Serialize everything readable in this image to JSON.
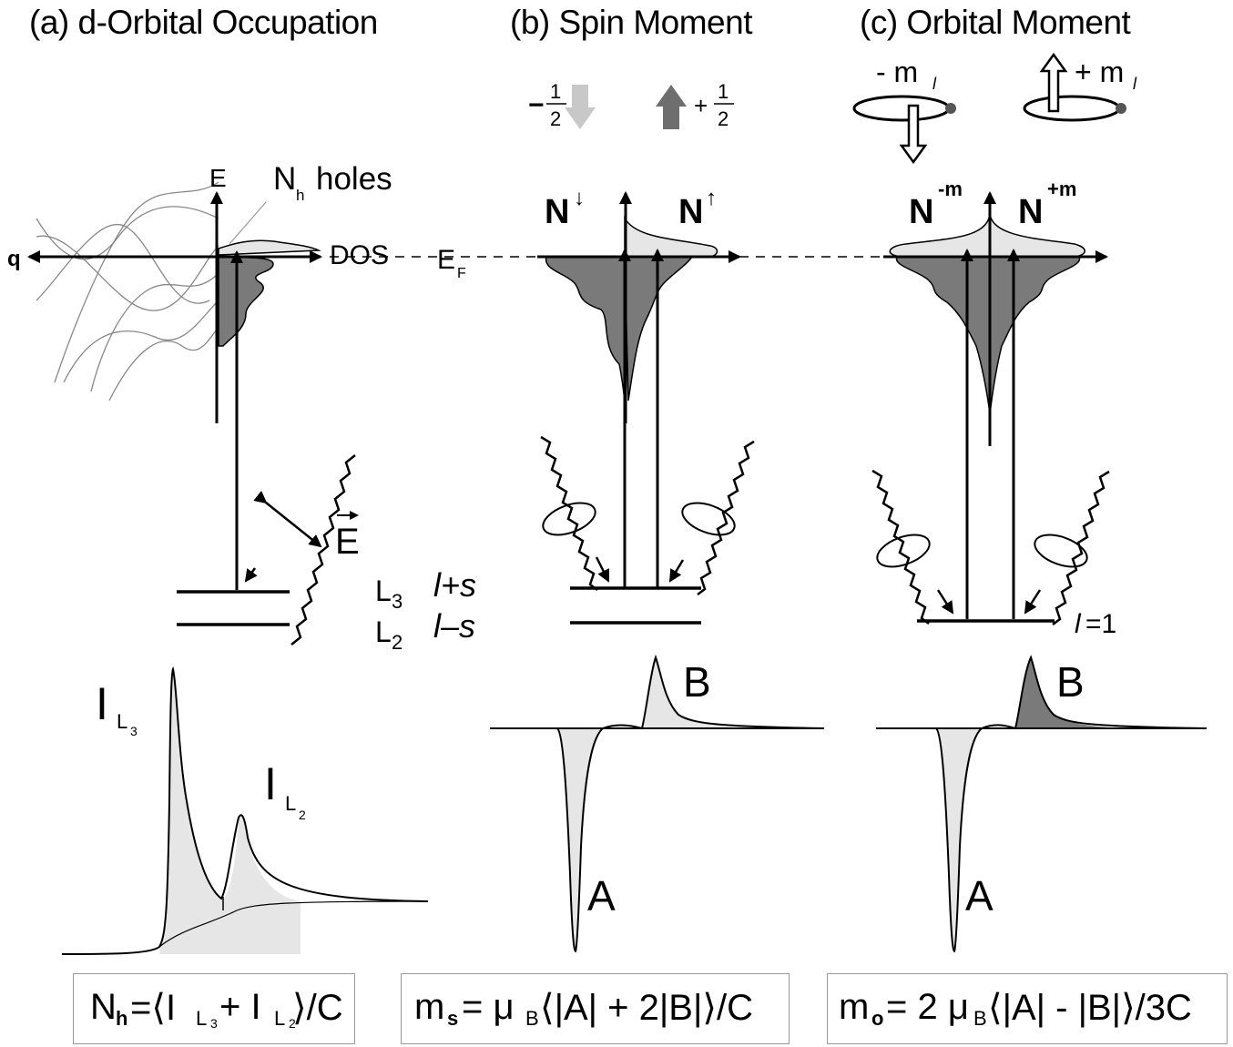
{
  "panels": {
    "a": {
      "title": "(a) d-Orbital Occupation"
    },
    "b": {
      "title": "(b) Spin Moment"
    },
    "c": {
      "title": "(c) Orbital Moment"
    }
  },
  "labels": {
    "energy_axis": "E",
    "dos_axis": "DOS",
    "q_axis": "q",
    "holes": "holes",
    "holes_symbol": "N",
    "holes_sub": "h",
    "fermi": "E",
    "fermi_sub": "F",
    "efield": "E",
    "l3": "L",
    "l3_sub": "3",
    "l3_expr": "l+s",
    "l2": "L",
    "l2_sub": "2",
    "l2_expr": "l–s",
    "spin_minus_sign": "−",
    "spin_plus_sign": "+",
    "half_num": "1",
    "half_den": "2",
    "n_down": "N",
    "n_down_sup": "↓",
    "n_up": "N",
    "n_up_sup": "↑",
    "n_minus_m": "N",
    "n_minus_m_sup": "-m",
    "n_plus_m": "N",
    "n_plus_m_sup": "+m",
    "minus_ml": "- m",
    "plus_ml": "+ m",
    "ml_sub": "l",
    "l_equals": "=1",
    "l_italic": "l",
    "peak_IL3": "I",
    "peak_IL3_sub": "L",
    "peak_IL3_subsub": "3",
    "peak_IL2": "I",
    "peak_IL2_sub": "L",
    "peak_IL2_subsub": "2",
    "peak_A_b": "A",
    "peak_B_b": "B",
    "peak_A_c": "A",
    "peak_B_c": "B"
  },
  "formulas": {
    "a": {
      "lhs": "N",
      "lhs_sub": "h",
      "rhs": "=⟨I",
      "t1_sub": "L",
      "t1_subsub": "3",
      "plus": "+ I",
      "t2_sub": "L",
      "t2_subsub": "2",
      "end": "⟩/C"
    },
    "b": {
      "lhs": "m",
      "lhs_sub": "s",
      "rhs": "= μ",
      "mu_sub": "B",
      "body": "⟨|A| + 2|B|⟩/C"
    },
    "c": {
      "lhs": "m",
      "lhs_sub": "o",
      "rhs": "= 2 μ",
      "mu_sub": "B",
      "body": "⟨|A| - |B|⟩/3C"
    }
  },
  "colors": {
    "filled_dark": "#7a7a7a",
    "filled_light": "#e6e6e6",
    "arrow_light": "#c8c8c8",
    "arrow_dark": "#6e6e6e"
  }
}
